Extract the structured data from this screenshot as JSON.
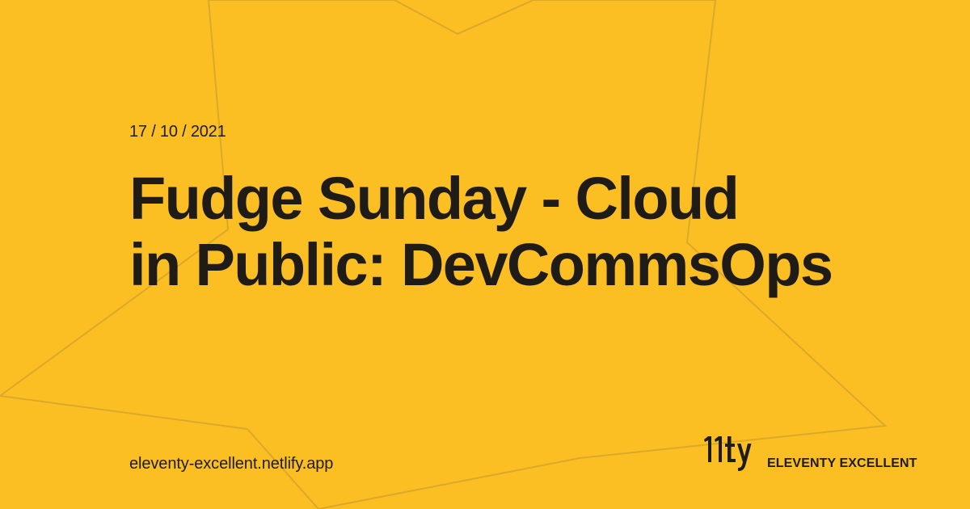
{
  "post": {
    "date": "17 / 10 / 2021",
    "title_lines": [
      "Fudge Sunday - Cloud",
      "in Public: DevCommsOps"
    ]
  },
  "footer": {
    "url": "eleventy-excellent.netlify.app",
    "brand_logo_text": "11ty",
    "brand_name": "ELEVENTY EXCELLENT"
  },
  "colors": {
    "background": "#fbbf24",
    "text": "#1f1c17",
    "star_outline": "#d4a22a"
  },
  "icons": {
    "background": "star-outline-icon",
    "brand": "eleventy-logo-icon"
  }
}
